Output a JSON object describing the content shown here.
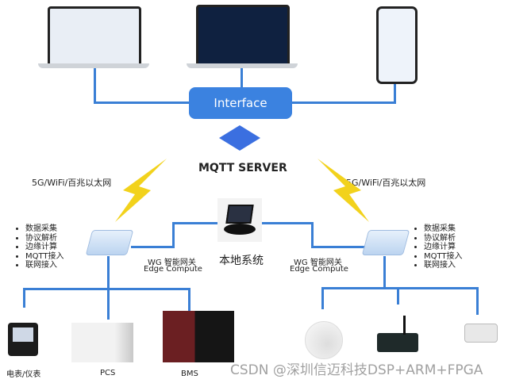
{
  "interface_label": "Interface",
  "server_label": "MQTT SERVER",
  "network_left": "5G/WiFi/百兆以太网",
  "network_right": "5G/WiFi/百兆以太网",
  "local_system": "本地系统",
  "gateway_left": {
    "line1": "WG 智能网关",
    "line2": "Edge Compute",
    "features": [
      "数据采集",
      "协议解析",
      "边缘计算",
      "MQTT接入",
      "联网接入"
    ]
  },
  "gateway_right": {
    "line1": "WG 智能网关",
    "line2": "Edge Compute",
    "features": [
      "数据采集",
      "协议解析",
      "边缘计算",
      "MQTT接入",
      "联网接入"
    ]
  },
  "devices_left": [
    "电表/仪表",
    "PCS",
    "BMS"
  ],
  "watermark": "CSDN @深圳信迈科技DSP+ARM+FPGA",
  "colors": {
    "line": "#3a7fd5",
    "interface": "#3b82e0",
    "bolt": "#f2d21c"
  }
}
